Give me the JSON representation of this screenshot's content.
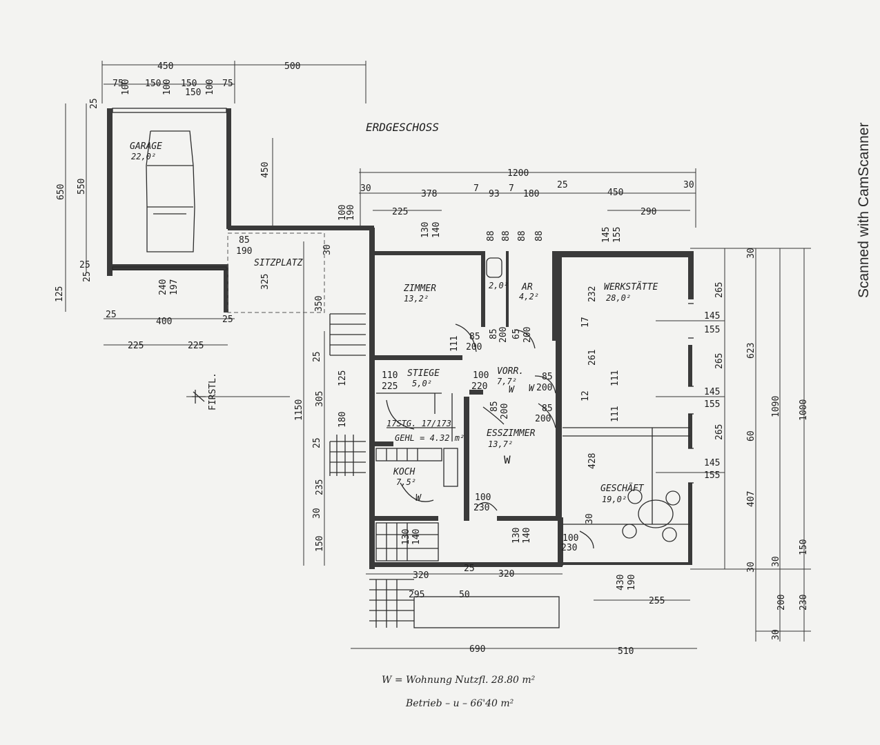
{
  "title": "ERDGESCHOSS",
  "watermark": "Scanned with CamScanner",
  "rooms": {
    "garage": {
      "name": "GARAGE",
      "area": "22,0²"
    },
    "sitzplatz": {
      "name": "SITZPLATZ"
    },
    "zimmer": {
      "name": "ZIMMER",
      "area": "13,2²"
    },
    "wc": {
      "area": "2,0²"
    },
    "ar": {
      "name": "AR",
      "area": "4,2²"
    },
    "werkstaette": {
      "name": "WERKSTÄTTE",
      "area": "28,0²"
    },
    "stiege": {
      "name": "STIEGE",
      "area": "5,0²"
    },
    "vorr": {
      "name": "VORR.",
      "area": "7,7²"
    },
    "esszimmer": {
      "name": "ESSZIMMER",
      "area": "13,7²"
    },
    "koch": {
      "name": "KOCH",
      "area": "7,5²"
    },
    "geschaeft": {
      "name": "GESCHÄFT",
      "area": "19,0²"
    }
  },
  "marks": {
    "w1": "W",
    "w2": "W",
    "w3": "W",
    "w4": "W",
    "first": "FIRSTL.",
    "stairs": "17STG. 17/173",
    "gehl": "GEHL = 4.32 m²"
  },
  "notes": {
    "line1": "W = Wohnung  Nutzfl.  28.80 m²",
    "line2": "Betrieb       – u –    66'40 m²"
  },
  "dims": {
    "d450": "450",
    "d500": "500",
    "d75a": "75",
    "d100a": "100",
    "d150a": "150",
    "d100b": "100",
    "d150b": "150",
    "d100c": "100",
    "d150c": "150",
    "d75b": "75",
    "d1200": "1200",
    "d30a": "30",
    "d378": "378",
    "d7a": "7",
    "d93": "93",
    "d7b": "7",
    "d180": "180",
    "d25a": "25",
    "d450b": "450",
    "d30b": "30",
    "d225a": "225",
    "d290": "290",
    "d100top": "100",
    "d190top": "190",
    "d130a": "130",
    "d140a": "140",
    "d88a": "88",
    "d88b": "88",
    "d88c": "88",
    "d88d": "88",
    "d145a": "145",
    "d155a": "155",
    "d650": "650",
    "d550": "550",
    "d25b": "25",
    "d25c": "25",
    "d25d": "25",
    "d125a": "125",
    "d450c": "450",
    "d85a": "85",
    "d190a": "190",
    "d30c": "30",
    "d240": "240",
    "d197": "197",
    "d25e": "25",
    "d400": "400",
    "d25f": "25",
    "d225b": "225",
    "d225c": "225",
    "d325": "325",
    "d350": "350",
    "d1150": "1150",
    "d25g": "25",
    "d305": "305",
    "d25h": "25",
    "d235": "235",
    "d30d": "30",
    "d150d": "150",
    "d125b": "125",
    "d180b": "180",
    "d110": "110",
    "d225d": "225",
    "d111a": "111",
    "d85b": "85",
    "d200a": "200",
    "d85c": "85",
    "d200b": "200",
    "d65": "65",
    "d200c": "200",
    "d100d": "100",
    "d220": "220",
    "d85d": "85",
    "d200d": "200",
    "d85e": "85",
    "d200e": "200",
    "d85f": "85",
    "d200f": "200",
    "d232": "232",
    "d17": "17",
    "d261": "261",
    "d111b": "111",
    "d12": "12",
    "d111c": "111",
    "d428": "428",
    "d145b": "145",
    "d155b": "155",
    "d145c": "145",
    "d155c": "155",
    "d145d": "145",
    "d155d": "155",
    "d265a": "265",
    "d265b": "265",
    "d265c": "265",
    "d623": "623",
    "d60": "60",
    "d407": "407",
    "d1090": "1090",
    "d1000": "1000",
    "d30e": "30",
    "d30f": "30",
    "d150e": "150",
    "d200g": "200",
    "d230a": "230",
    "d30g": "30",
    "d100e": "100",
    "d230b": "230",
    "d130b": "130",
    "d140b": "140",
    "d100f": "100",
    "d230c": "230",
    "d30h": "30",
    "d130c": "130",
    "d140c": "140",
    "d320a": "320",
    "d25i": "25",
    "d320b": "320",
    "d295": "295",
    "d50": "50",
    "d430": "430",
    "d190b": "190",
    "d255": "255",
    "d690": "690",
    "d510": "510"
  },
  "colors": {
    "ink": "#2b2b2b",
    "paper": "#f3f3f1",
    "wall": "#3a3a3a"
  }
}
